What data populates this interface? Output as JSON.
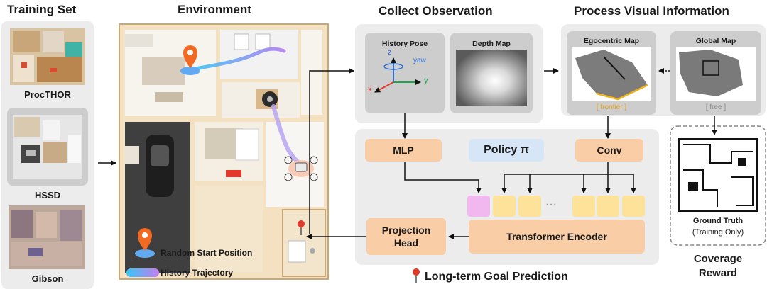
{
  "headers": {
    "training_set": "Training Set",
    "environment": "Environment",
    "collect_observation": "Collect Observation",
    "process_visual": "Process Visual Information"
  },
  "training_set": {
    "items": [
      {
        "label": "ProcTHOR"
      },
      {
        "label": "HSSD"
      },
      {
        "label": "Gibson"
      }
    ]
  },
  "environment": {
    "legend_start": "Random Start Position",
    "legend_trajectory": "History Trajectory"
  },
  "observation": {
    "history_pose": "History Pose",
    "yaw": "yaw",
    "axis_x": "x",
    "axis_y": "y",
    "axis_z": "z",
    "depth_map": "Depth Map"
  },
  "visual": {
    "egocentric_map": "Egocentric Map",
    "frontier": "[ frontier ]",
    "global_map": "Global Map",
    "free": "[ free ]"
  },
  "policy": {
    "mlp": "MLP",
    "title": "Policy π",
    "conv": "Conv",
    "ellipsis": "···",
    "projection_head": "Projection Head",
    "transformer": "Transformer Encoder",
    "goal": "Long-term Goal Prediction"
  },
  "reward": {
    "ground_truth": "Ground Truth",
    "training_only": "(Training Only)",
    "coverage_reward": "Coverage Reward"
  },
  "colors": {
    "orange_box": "#f9cda6",
    "blue_box": "#d6e6f6",
    "token_yellow": "#fde39a",
    "token_pink": "#f1b8f0",
    "panel_gray": "#ececec",
    "card_gray": "#cdcdcd",
    "pin_orange": "#f26a21",
    "frontier_text": "#e3a01b"
  }
}
